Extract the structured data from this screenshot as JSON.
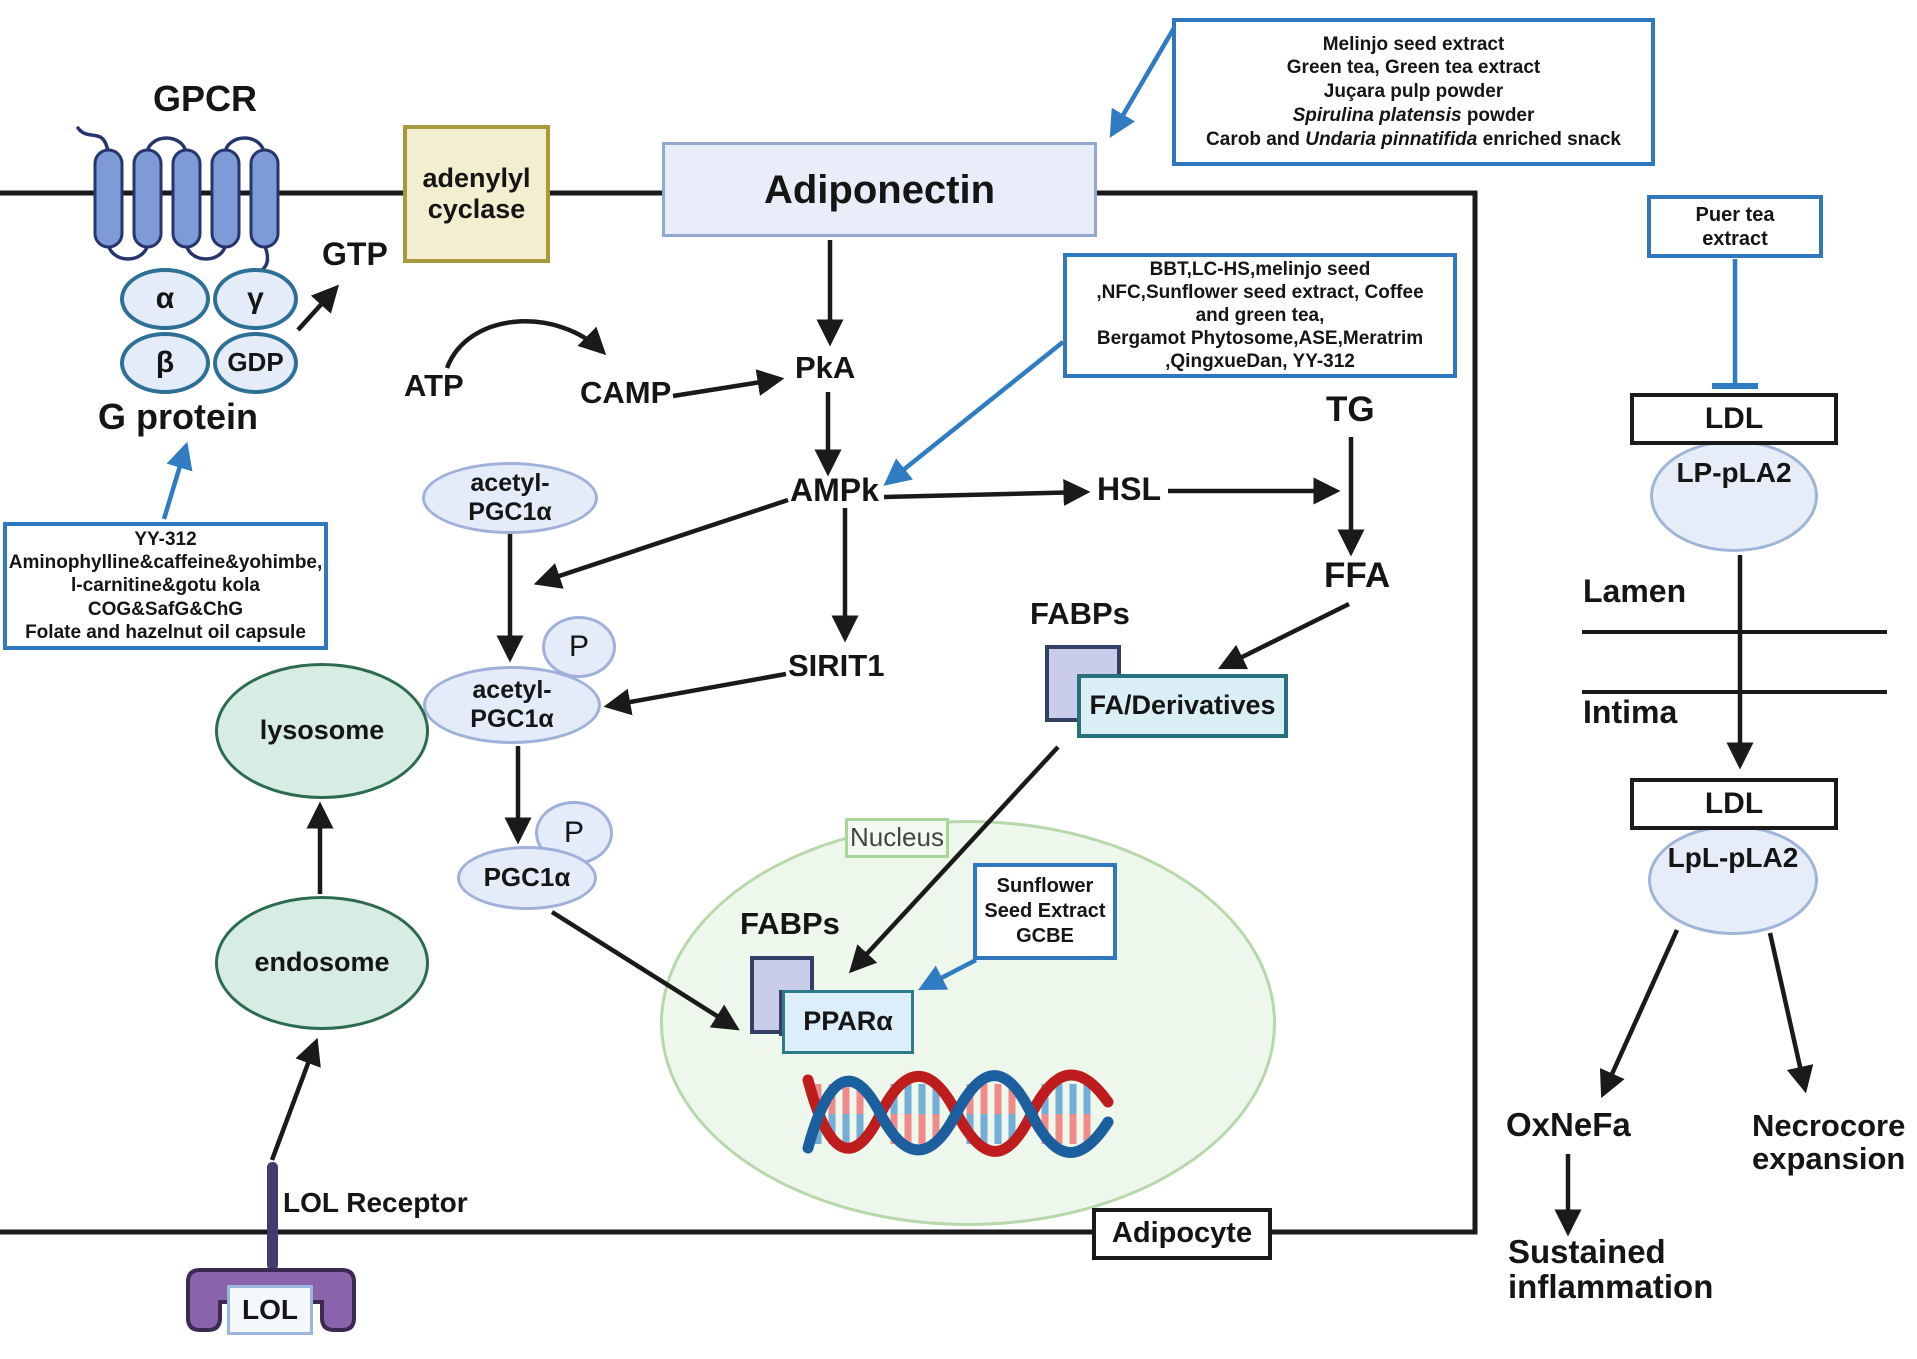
{
  "membrane": {
    "adenylyl_cyclase": [
      "adenylyl",
      "cyclase"
    ],
    "adiponectin": "Adiponectin",
    "adipocyte": "Adipocyte"
  },
  "receptor": {
    "gpcr": "GPCR",
    "gtp": "GTP",
    "alpha": "α",
    "gamma": "γ",
    "beta": "β",
    "gdp": "GDP",
    "g_protein": "G protein",
    "lol_receptor": "LOL Receptor",
    "lol": "LOL"
  },
  "pathway": {
    "atp": "ATP",
    "camp": "CAMP",
    "pka": "PkA",
    "ampk": "AMPk",
    "hsl": "HSL",
    "tg": "TG",
    "ffa": "FFA",
    "sirit1": "SIRIT1",
    "acetyl_pgc1a": [
      "acetyl-",
      "PGC1α"
    ],
    "p": "P",
    "pgc1a": "PGC1α",
    "fabps": "FABPs",
    "fa_derivatives": "FA/Derivatives",
    "ppara": "PPARα",
    "nucleus": "Nucleus",
    "lysosome": "lysosome",
    "endosome": "endosome"
  },
  "vessel": {
    "puer": [
      "Puer tea",
      "extract"
    ],
    "ldl": "LDL",
    "lp_pla2": "LP-pLA2",
    "lpl_pla2": "LpL-pLA2",
    "lamen": "Lamen",
    "intima": "Intima",
    "oxnefa": "OxNeFa",
    "necrocore": [
      "Necrocore",
      "expansion"
    ],
    "sustained": [
      "Sustained",
      "inflammation"
    ]
  },
  "callouts": {
    "top_right": {
      "lines": [
        {
          "pre": "Melinjo seed extract",
          "it": "",
          "post": ""
        },
        {
          "pre": "Green tea, Green tea extract",
          "it": "",
          "post": ""
        },
        {
          "pre": "Juçara pulp powder",
          "it": "",
          "post": ""
        },
        {
          "pre": "",
          "it": "Spirulina platensis",
          "post": " powder"
        },
        {
          "pre": "Carob and ",
          "it": "Undaria pinnatifida",
          "post": " enriched snack"
        }
      ]
    },
    "middle": {
      "lines": [
        "BBT,LC-HS,melinjo seed",
        ",NFC,Sunflower seed extract, Coffee",
        "and green tea,",
        "Bergamot Phytosome,ASE,Meratrim",
        ",QingxueDan, YY-312"
      ]
    },
    "left": {
      "lines": [
        "YY-312",
        "Aminophylline&caffeine&yohimbe,",
        "l-carnitine&gotu kola",
        "COG&SafG&ChG",
        "Folate and hazelnut oil capsule"
      ]
    },
    "sunflower": {
      "lines": [
        "Sunflower",
        "Seed Extract",
        "GCBE"
      ]
    }
  },
  "colors": {
    "callout_border": "#3077c0",
    "arrow_black": "#1a1a1a",
    "arrow_blue": "#2f7cc2",
    "membrane_fill_adiponectin": "#e9edfa",
    "adenylyl_fill": "#f2eecf",
    "dna_red": "#bf1d1d",
    "dna_blue": "#1b5f9e",
    "organelle_green": "#d7ede3",
    "fabps_fill": "#c9cdea",
    "fa_derivatives_fill": "#d9eef5",
    "nucleus_fill": "#edf7eb"
  }
}
